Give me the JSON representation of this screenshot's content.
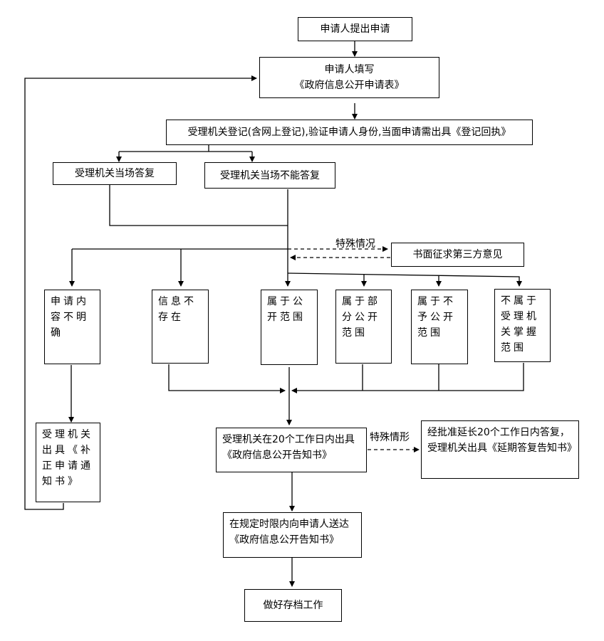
{
  "nodes": {
    "start": "申请人提出申请",
    "fill_line1": "申请人填写",
    "fill_line2": "《政府信息公开申请表》",
    "register": "受理机关登记(含网上登记),验证申请人身份,当面申请需出具《登记回执》",
    "answer_now": "受理机关当场答复",
    "cannot_answer": "受理机关当场不能答复",
    "third_party": "书面征求第三方意见",
    "unclear": "申请内容不明确",
    "not_exist": "信息不存在",
    "public": "属于公开范围",
    "partial": "属于部分公开范围",
    "not_public": "属于不予公开范围",
    "not_in_scope": "不属于受理机关掌握范围",
    "correction": "受理机关出具《补正申请通知书》",
    "notice_20": "受理机关在20个工作日内出具《政府信息公开告知书》",
    "extend": "经批准延长20个工作日内答复，受理机关出具《延期答复告知书》",
    "deliver": "在规定时限内向申请人送达《政府信息公开告知书》",
    "archive": "做好存档工作"
  },
  "labels": {
    "special_1": "特殊情况",
    "special_2": "特殊情形"
  }
}
